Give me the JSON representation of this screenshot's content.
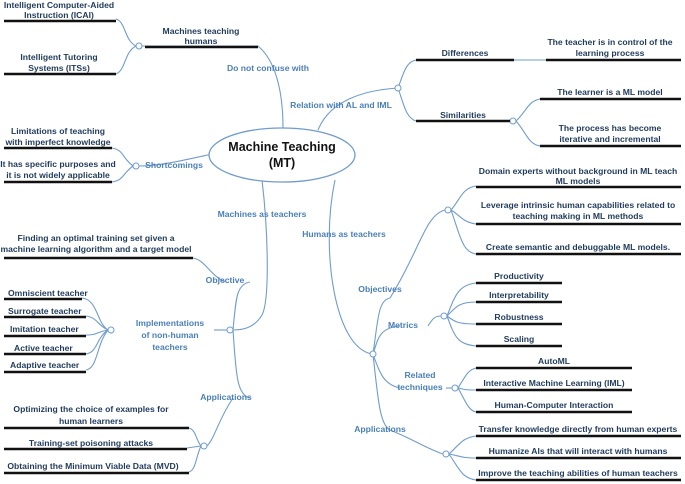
{
  "center": {
    "line1": "Machine Teaching",
    "line2": "(MT)"
  },
  "left": {
    "confuse": {
      "label": "Do not confuse with",
      "child": {
        "line1": "Machines teaching",
        "line2": "humans"
      },
      "leaves": [
        {
          "line1": "Intelligent Computer-Aided",
          "line2": "Instruction (ICAI)"
        },
        {
          "line1": "Intelligent Tutoring",
          "line2": "Systems (ITSs)"
        }
      ]
    },
    "shortcomings": {
      "label": "Shortcomings",
      "leaves": [
        {
          "line1": "Limitations of teaching",
          "line2": "with imperfect knowledge"
        },
        {
          "line1": "It has specific purposes and",
          "line2": "it is not widely applicable"
        }
      ]
    },
    "machines": {
      "label": "Machines as teachers",
      "objective": {
        "label": "Objective",
        "leaf": {
          "line1": "Finding an optimal training set given a",
          "line2": "machine learning algorithm and a target model"
        }
      },
      "implementations": {
        "line1": "Implementations",
        "line2": "of non-human",
        "line3": "teachers",
        "leaves": [
          "Omniscient teacher",
          "Surrogate teacher",
          "Imitation teacher",
          "Active teacher",
          "Adaptive teacher"
        ]
      },
      "applications": {
        "label": "Applications",
        "leaves": [
          {
            "line1": "Optimizing the choice of examples for",
            "line2": "human learners"
          },
          {
            "line1": "Training-set poisoning attacks",
            "line2": ""
          },
          {
            "line1": "Obtaining the Minimum Viable Data (MVD)",
            "line2": ""
          }
        ]
      }
    }
  },
  "right": {
    "relation": {
      "label": "Relation with AL and IML",
      "differences": {
        "label": "Differences",
        "leaf": {
          "line1": "The teacher is in control of the",
          "line2": "learning process"
        }
      },
      "similarities": {
        "label": "Similarities",
        "leaves": [
          {
            "line1": "The learner is a ML model",
            "line2": ""
          },
          {
            "line1": "The process has become",
            "line2": "iterative and incremental"
          }
        ]
      }
    },
    "humans": {
      "label": "Humans as teachers",
      "objectives": {
        "label": "Objectives",
        "leaves": [
          {
            "line1": "Domain experts without background in ML teach",
            "line2": "ML models"
          },
          {
            "line1": "Leverage intrinsic human capabilities related to",
            "line2": "teaching making in ML methods"
          },
          {
            "line1": "Create semantic and debuggable ML models.",
            "line2": ""
          }
        ]
      },
      "metrics": {
        "label": "Metrics",
        "leaves": [
          "Productivity",
          "Interpretability",
          "Robustness",
          "Scaling"
        ]
      },
      "related": {
        "line1": "Related",
        "line2": "techniques",
        "leaves": [
          "AutoML",
          "Interactive Machine Learning (IML)",
          "Human-Computer Interaction"
        ]
      },
      "applications": {
        "label": "Applications",
        "leaves": [
          "Transfer knowledge directly from human experts",
          "Humanize AIs that will interact with humans",
          "Improve the teaching abilities of human teachers"
        ]
      }
    }
  }
}
